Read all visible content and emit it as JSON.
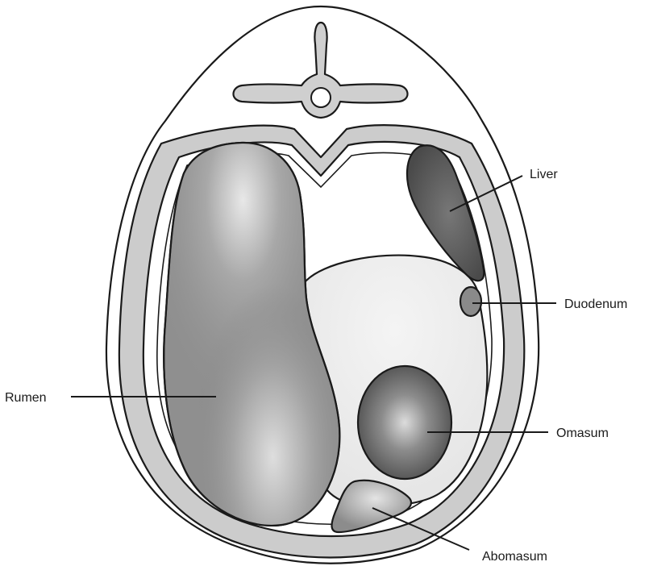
{
  "labels": {
    "liver": "Liver",
    "duodenum": "Duodenum",
    "rumen": "Rumen",
    "omasum": "Omasum",
    "abomasum": "Abomasum"
  },
  "colors": {
    "body_wall": "#cccccc",
    "cavity": "#ffffff",
    "skin": "#ffffff",
    "rumen": "#8f8f8f",
    "liver": "#555555",
    "duodenum": "#8a8a8a",
    "omasum": "#5a5a5a",
    "abomasum": "#8c8c8c",
    "abomasum_region": "#ececec",
    "spine": "#cfcfcf",
    "outline": "#1a1a1a"
  }
}
